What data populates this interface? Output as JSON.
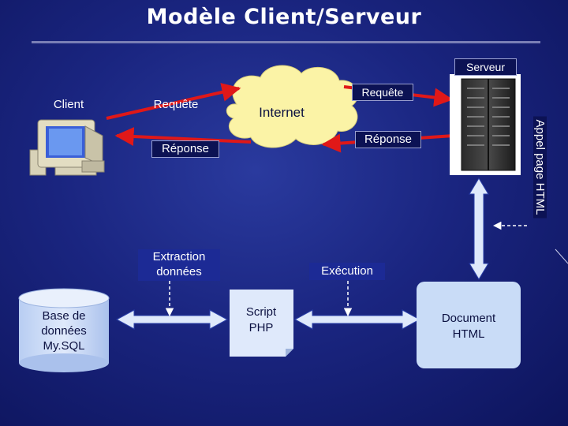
{
  "title": "Modèle Client/Serveur",
  "labels": {
    "serveur": "Serveur",
    "client": "Client",
    "requete_left": "Requête",
    "requete_right": "Requête",
    "internet": "Internet",
    "reponse_left": "Réponse",
    "reponse_right": "Réponse",
    "appel_page": "Appel page HTML",
    "extraction_line1": "Extraction",
    "extraction_line2": "données",
    "execution": "Exécution",
    "database": [
      "Base de",
      "données",
      "My.SQL"
    ],
    "script": [
      "Script",
      "PHP"
    ],
    "document": [
      "Document",
      "HTML"
    ]
  },
  "colors": {
    "background": "#1a2580",
    "cloud": "#fbf3a6",
    "red_arrow": "#e01818",
    "light_blue": "#c9dcf7",
    "arrow_fill": "#dfe9fb"
  }
}
